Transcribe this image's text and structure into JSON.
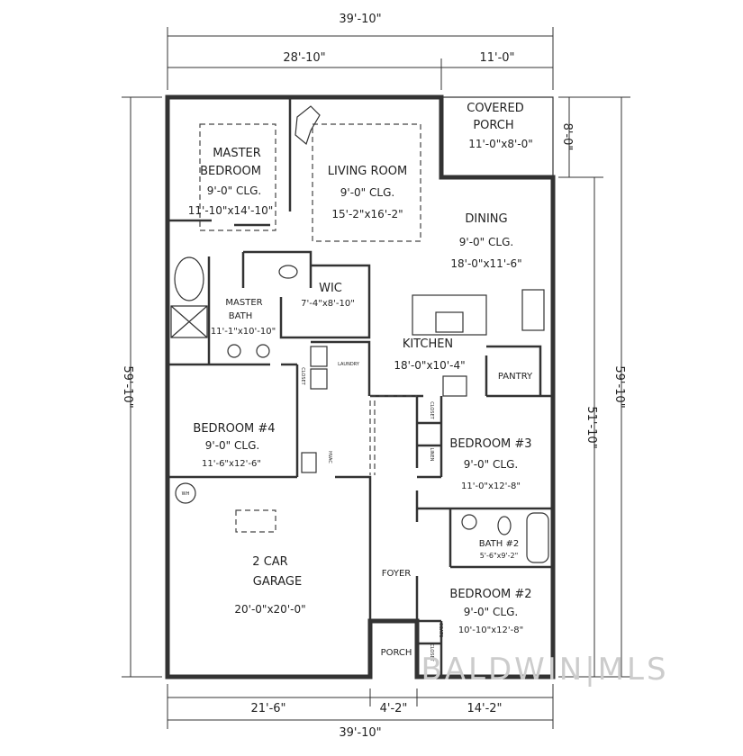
{
  "title": "Floor Plan",
  "dimensions": {
    "top_total": "39'-10\"",
    "top_left": "28'-10\"",
    "top_right": "11'-0\"",
    "left_total": "59'-10\"",
    "right_porch": "8'-0\"",
    "right_main": "51'-10\"",
    "right_total": "59'-10\"",
    "bottom_left": "21'-6\"",
    "bottom_mid": "4'-2\"",
    "bottom_right": "14'-2\"",
    "bottom_total": "39'-10\""
  },
  "rooms": {
    "master_bedroom": {
      "name1": "MASTER",
      "name2": "BEDROOM",
      "ceiling": "9'-0\" CLG.",
      "size": "11'-10\"x14'-10\""
    },
    "living_room": {
      "name": "LIVING ROOM",
      "ceiling": "9'-0\" CLG.",
      "size": "15'-2\"x16'-2\""
    },
    "covered_porch": {
      "name1": "COVERED",
      "name2": "PORCH",
      "size": "11'-0\"x8'-0\""
    },
    "dining": {
      "name": "DINING",
      "ceiling": "9'-0\" CLG.",
      "size": "18'-0\"x11'-6\""
    },
    "wic": {
      "name": "WIC",
      "size": "7'-4\"x8'-10\""
    },
    "master_bath": {
      "name1": "MASTER",
      "name2": "BATH",
      "size": "11'-1\"x10'-10\""
    },
    "kitchen": {
      "name": "KITCHEN",
      "size": "18'-0\"x10'-4\""
    },
    "pantry": {
      "name": "PANTRY"
    },
    "laundry": {
      "name": "LAUNDRY"
    },
    "closet": {
      "name": "CLOSET"
    },
    "linen": {
      "name": "LINEN"
    },
    "coats": {
      "name": "COATS"
    },
    "hvac": {
      "name": "HVAC"
    },
    "wh": {
      "name": "WH"
    },
    "bedroom4": {
      "name": "BEDROOM #4",
      "ceiling": "9'-0\" CLG.",
      "size": "11'-6\"x12'-6\""
    },
    "bedroom3": {
      "name": "BEDROOM #3",
      "ceiling": "9'-0\" CLG.",
      "size": "11'-0\"x12'-8\""
    },
    "bath2": {
      "name": "BATH #2",
      "size": "5'-6\"x9'-2\""
    },
    "bedroom2": {
      "name": "BEDROOM #2",
      "ceiling": "9'-0\" CLG.",
      "size": "10'-10\"x12'-8\""
    },
    "garage": {
      "name1": "2 CAR",
      "name2": "GARAGE",
      "size": "20'-0\"x20'-0\""
    },
    "foyer": {
      "name": "FOYER"
    },
    "porch": {
      "name": "PORCH"
    }
  },
  "watermark": "BALDWIN|MLS"
}
